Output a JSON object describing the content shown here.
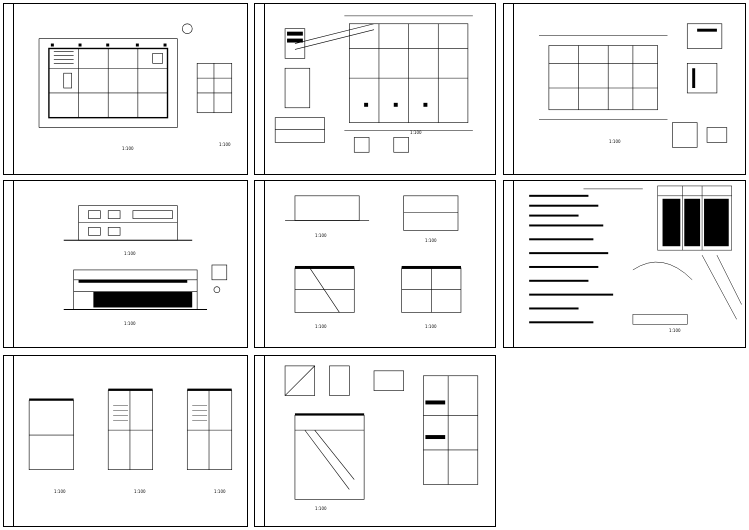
{
  "sheets": [
    {
      "id": "s1",
      "labels": [
        "1:100",
        "1:100"
      ]
    },
    {
      "id": "s2",
      "labels": [
        "1:100"
      ]
    },
    {
      "id": "s3",
      "labels": [
        "1:100"
      ]
    },
    {
      "id": "s4",
      "labels": [
        "1:100",
        "1:100"
      ]
    },
    {
      "id": "s5",
      "labels": [
        "1:100",
        "1:100",
        "1:100",
        "1:100"
      ]
    },
    {
      "id": "s6",
      "labels": [
        "1:100"
      ]
    },
    {
      "id": "s7",
      "labels": [
        "1:100",
        "1:100",
        "1:100"
      ]
    },
    {
      "id": "s8",
      "labels": [
        "1:100"
      ]
    }
  ],
  "colors": {
    "line": "#000000",
    "background": "#ffffff"
  }
}
